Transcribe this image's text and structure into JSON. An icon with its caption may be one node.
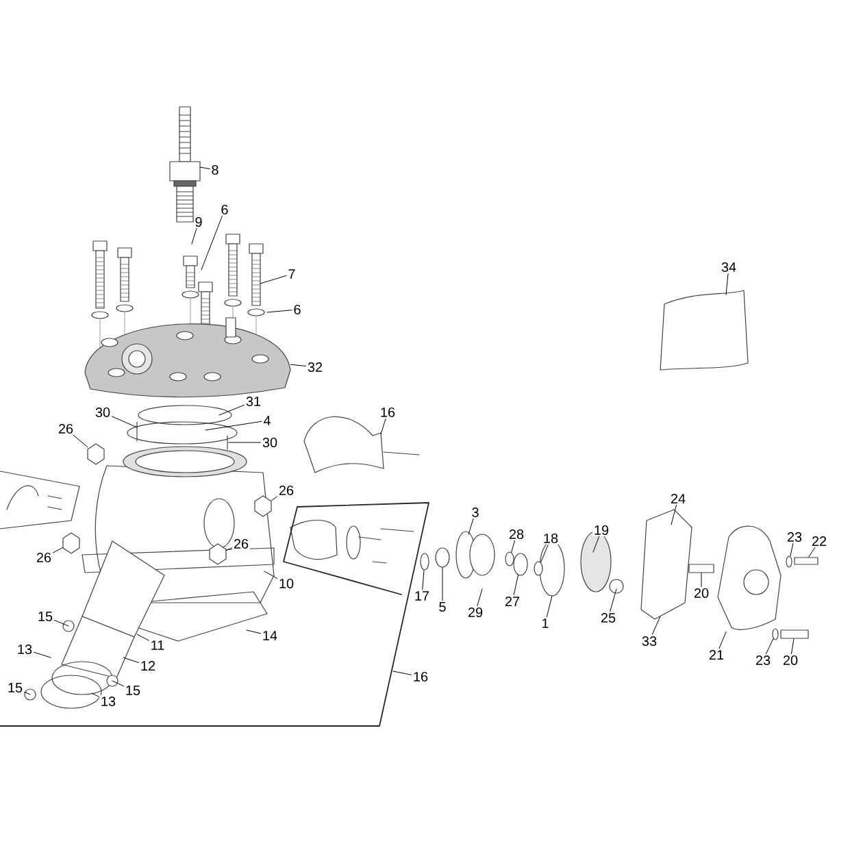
{
  "diagram": {
    "nodes": [
      {
        "text": [
          "8"
        ]
      },
      {
        "text": [
          "6"
        ]
      },
      {
        "text": [
          "9"
        ]
      },
      {
        "text": [
          "34"
        ]
      },
      {
        "text": [
          "7"
        ]
      },
      {
        "text": [
          "6"
        ]
      },
      {
        "text": [
          "32"
        ]
      },
      {
        "text": [
          "31"
        ]
      },
      {
        "text": [
          "30"
        ]
      },
      {
        "text": [
          "16"
        ]
      },
      {
        "text": [
          "4"
        ]
      },
      {
        "text": [
          "26"
        ]
      },
      {
        "text": [
          "30"
        ]
      },
      {
        "text": [
          "26"
        ]
      },
      {
        "text": [
          "3"
        ]
      },
      {
        "text": [
          "24"
        ]
      },
      {
        "text": [
          "19"
        ]
      },
      {
        "text": [
          "28"
        ]
      },
      {
        "text": [
          "18"
        ]
      },
      {
        "text": [
          "23"
        ]
      },
      {
        "text": [
          "22"
        ]
      },
      {
        "text": [
          "26"
        ]
      },
      {
        "text": [
          "26"
        ]
      },
      {
        "text": [
          "10"
        ]
      },
      {
        "text": [
          "20"
        ]
      },
      {
        "text": [
          "17"
        ]
      },
      {
        "text": [
          "27"
        ]
      },
      {
        "text": [
          "5"
        ]
      },
      {
        "text": [
          "29"
        ]
      },
      {
        "text": [
          "15"
        ]
      },
      {
        "text": [
          "25"
        ]
      },
      {
        "text": [
          "1"
        ]
      },
      {
        "text": [
          "14"
        ]
      },
      {
        "text": [
          "33"
        ]
      },
      {
        "text": [
          "11"
        ]
      },
      {
        "text": [
          "13"
        ]
      },
      {
        "text": [
          "21"
        ]
      },
      {
        "text": [
          "23"
        ]
      },
      {
        "text": [
          "20"
        ]
      },
      {
        "text": [
          "12"
        ]
      },
      {
        "text": [
          "16"
        ]
      },
      {
        "text": [
          "15"
        ]
      },
      {
        "text": [
          "15"
        ]
      },
      {
        "text": [
          "13"
        ]
      },
      {
        "text": [],
        "shape": "picture"
      },
      {
        "text": [],
        "shape": "picture"
      },
      {
        "text": [],
        "shape": "picture"
      },
      {
        "text": [],
        "shape": "picture"
      },
      {
        "text": [],
        "shape": "picture"
      },
      {
        "text": [],
        "shape": "picture"
      },
      {
        "text": [],
        "shape": "picture"
      },
      {
        "text": [],
        "shape": "circle"
      },
      {
        "text": [],
        "shape": "bar"
      },
      {
        "text": [],
        "shape": "circle"
      },
      {
        "text": [],
        "shape": "bar"
      },
      {
        "text": [],
        "shape": "bar"
      },
      {
        "text": [],
        "shape": "circle"
      },
      {
        "text": [],
        "shape": "circle"
      },
      {
        "text": [],
        "shape": "circle"
      },
      {
        "text": [],
        "shape": "circle"
      },
      {
        "text": [],
        "shape": "circle"
      }
    ],
    "edges": [
      {
        "from": 0,
        "to": 44,
        "arrow": "none"
      },
      {
        "from": 1,
        "to": null,
        "arrow": "none"
      },
      {
        "from": 2,
        "to": null,
        "arrow": "none"
      },
      {
        "from": 3,
        "to": null,
        "arrow": "none"
      },
      {
        "from": 4,
        "to": null,
        "arrow": "none"
      },
      {
        "from": 5,
        "to": null,
        "arrow": "none"
      },
      {
        "from": 6,
        "to": 45,
        "arrow": "none"
      },
      {
        "from": 7,
        "to": null,
        "arrow": "none"
      },
      {
        "from": 8,
        "to": null,
        "arrow": "none"
      },
      {
        "from": 9,
        "to": null,
        "arrow": "none"
      },
      {
        "from": 10,
        "to": null,
        "arrow": "none"
      },
      {
        "from": 11,
        "to": 46,
        "arrow": "none"
      },
      {
        "from": 12,
        "to": null,
        "arrow": "none"
      },
      {
        "from": 13,
        "to": 47,
        "arrow": "none"
      },
      {
        "from": 14,
        "to": null,
        "arrow": "none"
      },
      {
        "from": 15,
        "to": null,
        "arrow": "none"
      },
      {
        "from": 16,
        "to": null,
        "arrow": "none"
      },
      {
        "from": 17,
        "to": 58,
        "arrow": "none"
      },
      {
        "from": 18,
        "to": 56,
        "arrow": "none"
      },
      {
        "from": 19,
        "to": 51,
        "arrow": "none"
      },
      {
        "from": 20,
        "to": 52,
        "arrow": "none"
      },
      {
        "from": 21,
        "to": 48,
        "arrow": "none"
      },
      {
        "from": 22,
        "to": 49,
        "arrow": "none"
      },
      {
        "from": 23,
        "to": null,
        "arrow": "none"
      },
      {
        "from": 24,
        "to": 55,
        "arrow": "none"
      },
      {
        "from": 25,
        "to": 60,
        "arrow": "none"
      },
      {
        "from": 26,
        "to": 57,
        "arrow": "none"
      },
      {
        "from": 27,
        "to": 59,
        "arrow": "none"
      },
      {
        "from": 28,
        "to": null,
        "arrow": "none"
      },
      {
        "from": 29,
        "to": null,
        "arrow": "none"
      },
      {
        "from": 30,
        "to": null,
        "arrow": "none"
      },
      {
        "from": 31,
        "to": null,
        "arrow": "none"
      },
      {
        "from": 32,
        "to": null,
        "arrow": "none"
      },
      {
        "from": 33,
        "to": null,
        "arrow": "none"
      },
      {
        "from": 34,
        "to": null,
        "arrow": "none"
      },
      {
        "from": 35,
        "to": null,
        "arrow": "none"
      },
      {
        "from": 36,
        "to": 50,
        "arrow": "none"
      },
      {
        "from": 37,
        "to": 53,
        "arrow": "none"
      },
      {
        "from": 38,
        "to": 54,
        "arrow": "none"
      },
      {
        "from": 39,
        "to": null,
        "arrow": "none"
      },
      {
        "from": 40,
        "to": null,
        "arrow": "none"
      },
      {
        "from": 41,
        "to": null,
        "arrow": "none"
      },
      {
        "from": 42,
        "to": null,
        "arrow": "none"
      },
      {
        "from": 43,
        "to": null,
        "arrow": "none"
      }
    ]
  }
}
